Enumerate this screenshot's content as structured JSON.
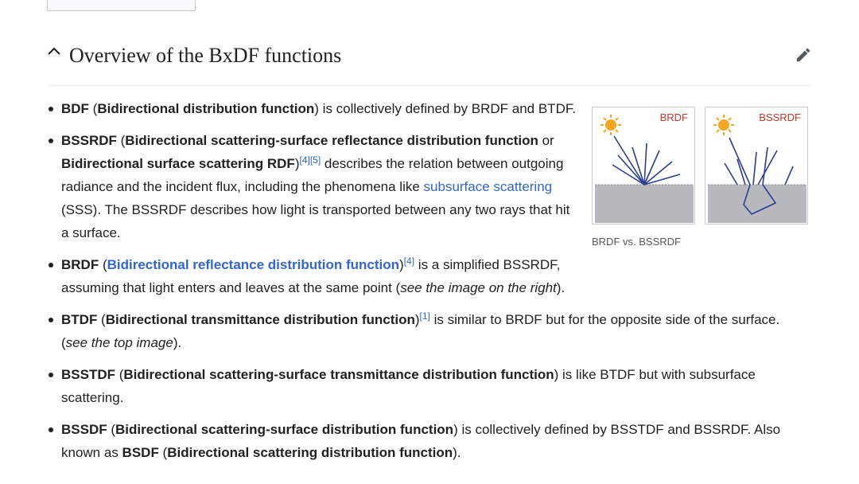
{
  "section": {
    "title": "Overview of the BxDF functions",
    "collapse_icon": "chevron-up-icon",
    "edit_icon": "pencil-icon"
  },
  "figure": {
    "left_label": "BRDF",
    "right_label": "BSSRDF",
    "caption": "BRDF vs. BSSRDF",
    "label_color": "#c0392b",
    "ray_color": "#2c3e8f",
    "surface_color": "#b7b9be",
    "sun_color": "#f5a623"
  },
  "items": [
    {
      "abbr": "BDF",
      "full": "Bidirectional distribution function",
      "rest": ") is collectively defined by BRDF and BTDF."
    },
    {
      "abbr": "BSSRDF",
      "full": "Bidirectional scattering-surface reflectance distribution function",
      "or": " or",
      "full2": "Bidirectional surface scattering RDF",
      "ref1": "[4]",
      "ref2": "[5]",
      "text1": " describes the relation between outgoing radiance and the incident flux, including the phenomena like ",
      "link": "subsurface scattering",
      "text2": " (SSS). The BSSRDF describes how light is transported between any two rays that hit a surface."
    },
    {
      "abbr": "BRDF",
      "full": "Bidirectional reflectance distribution function",
      "ref": "[4]",
      "text1": " is a simplified BSSRDF, assuming that light enters and leaves at the same point (",
      "italic": "see the image on the right",
      "text2": ")."
    },
    {
      "abbr": "BTDF",
      "full": "Bidirectional transmittance distribution function",
      "ref": "[1]",
      "text1": " is similar to BRDF but for the opposite side of the surface. (",
      "italic": "see the top image",
      "text2": ")."
    },
    {
      "abbr": "BSSTDF",
      "full": "Bidirectional scattering-surface transmittance distribution function",
      "rest": ") is like BTDF but with subsurface scattering."
    },
    {
      "abbr": "BSSDF",
      "full": "Bidirectional scattering-surface distribution function",
      "text1": ") is collectively defined by BSSTDF and BSSRDF. Also known as ",
      "abbr2": "BSDF",
      "full2": "Bidirectional scattering distribution function",
      "text2": ")."
    }
  ]
}
